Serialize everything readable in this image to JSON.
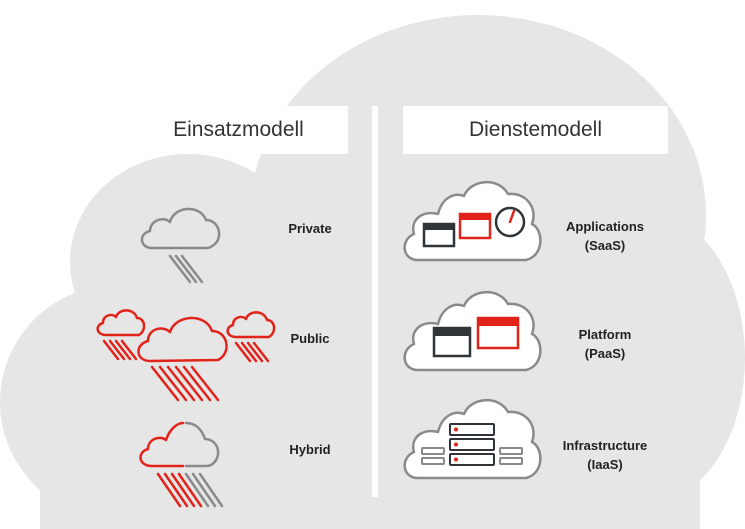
{
  "colors": {
    "background_cloud": "#e6e6e6",
    "accent_red": "#e2231a",
    "icon_gray": "#8a8a8a",
    "icon_dark": "#2f3439",
    "divider": "#ffffff"
  },
  "headers": {
    "deployment_model": "Einsatzmodell",
    "service_model": "Dienstemodell"
  },
  "deployment": {
    "private": "Private",
    "public": "Public",
    "hybrid": "Hybrid"
  },
  "services": {
    "saas": {
      "line1": "Applications",
      "line2": "(SaaS)"
    },
    "paas": {
      "line1": "Platform",
      "line2": "(PaaS)"
    },
    "iaas": {
      "line1": "Infrastructure",
      "line2": "(IaaS)"
    }
  },
  "icons": {
    "private": "cloud-rain-gray-icon",
    "public": "cloud-rain-red-icon",
    "hybrid": "cloud-rain-hybrid-icon",
    "saas": "cloud-applications-icon",
    "paas": "cloud-platform-icon",
    "iaas": "cloud-servers-icon"
  }
}
